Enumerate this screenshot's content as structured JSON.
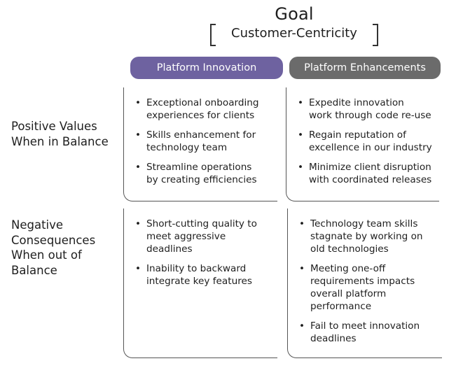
{
  "header": {
    "title": "Goal",
    "subtitle": "Customer-Centricity"
  },
  "columns": [
    {
      "label": "Platform Innovation",
      "color": "#6e62a0"
    },
    {
      "label": "Platform Enhancements",
      "color": "#6b6b6b"
    }
  ],
  "rows": [
    {
      "label_lines": [
        "Positive Values",
        "When in Balance"
      ],
      "cells": [
        {
          "items": [
            [
              "Exceptional onboarding",
              "experiences for clients"
            ],
            [
              "Skills enhancement for",
              "technology team"
            ],
            [
              "Streamline operations",
              "by creating efficiencies"
            ]
          ]
        },
        {
          "items": [
            [
              "Expedite innovation",
              "work through code re-use"
            ],
            [
              "Regain reputation of",
              "excellence in our industry"
            ],
            [
              "Minimize client disruption",
              "with coordinated releases"
            ]
          ]
        }
      ]
    },
    {
      "label_lines": [
        "Negative",
        "Consequences",
        "When out of",
        "Balance"
      ],
      "cells": [
        {
          "items": [
            [
              "Short-cutting quality to",
              "meet aggressive",
              "deadlines"
            ],
            [
              "Inability to backward",
              "integrate key features"
            ]
          ]
        },
        {
          "items": [
            [
              "Technology team skills",
              "stagnate by working on",
              "old technologies"
            ],
            [
              "Meeting one-off",
              "requirements impacts",
              "overall platform",
              "performance"
            ],
            [
              "Fail to meet innovation",
              "deadlines"
            ]
          ]
        }
      ]
    }
  ],
  "bullet_symbol": "•"
}
